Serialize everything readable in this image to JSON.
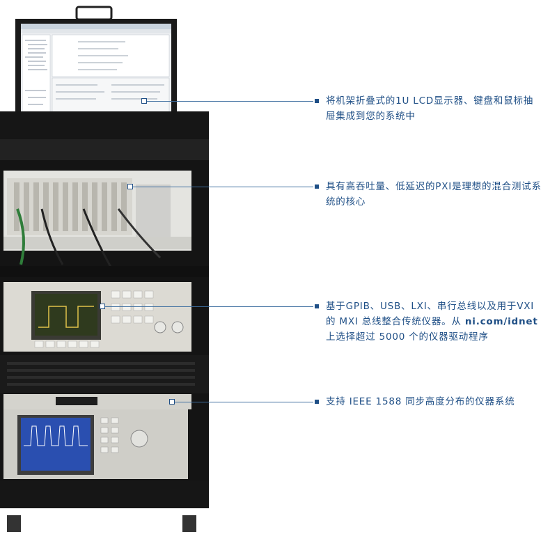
{
  "callouts": [
    {
      "text": "将机架折叠式的1U LCD显示器、键盘和鼠标抽屉集成到您的系统中"
    },
    {
      "text": "具有高吞吐量、低延迟的PXI是理想的混合测试系统的核心"
    },
    {
      "text_before": "基于GPIB、USB、LXI、串行总线以及用于VXI的 MXI 总线整合传统仪器。从 ",
      "link": "ni.com/idnet",
      "text_after": "上选择超过 5000 个的仪器驱动程序"
    },
    {
      "text": "支持 IEEE 1588 同步高度分布的仪器系统"
    }
  ],
  "colors": {
    "accent": "#1f4f86",
    "rack": "#1c1c1c",
    "instrument_panel": "#d8d6cf",
    "scope_screen": "#2f3a1e",
    "analyzer_screen": "#2a4fb0"
  }
}
